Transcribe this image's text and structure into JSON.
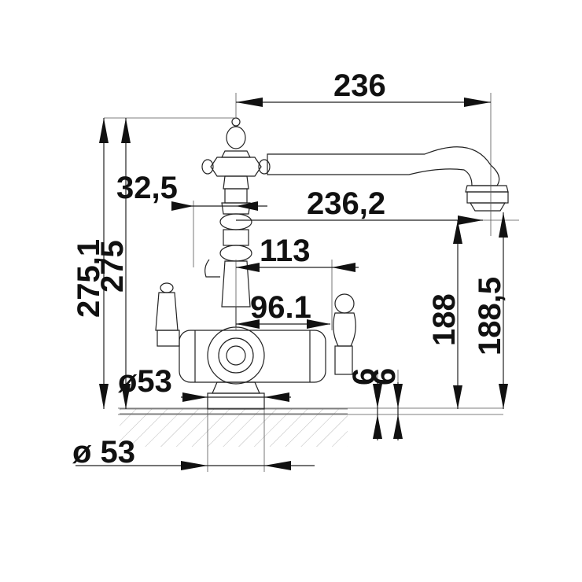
{
  "drawing": {
    "dimensions": {
      "top_width": "236",
      "spout_height_offset": "32,5",
      "spout_reach": "236,2",
      "valve_reach": "113",
      "handle_offset": "96.1",
      "total_height_a": "275,1",
      "total_height_b": "275",
      "outlet_height_a": "188",
      "outlet_height_b": "188,5",
      "base_diameter": "ø53",
      "hole_diameter": "ø 53",
      "deck_thickness_a": "6",
      "deck_thickness_b": "6"
    }
  }
}
